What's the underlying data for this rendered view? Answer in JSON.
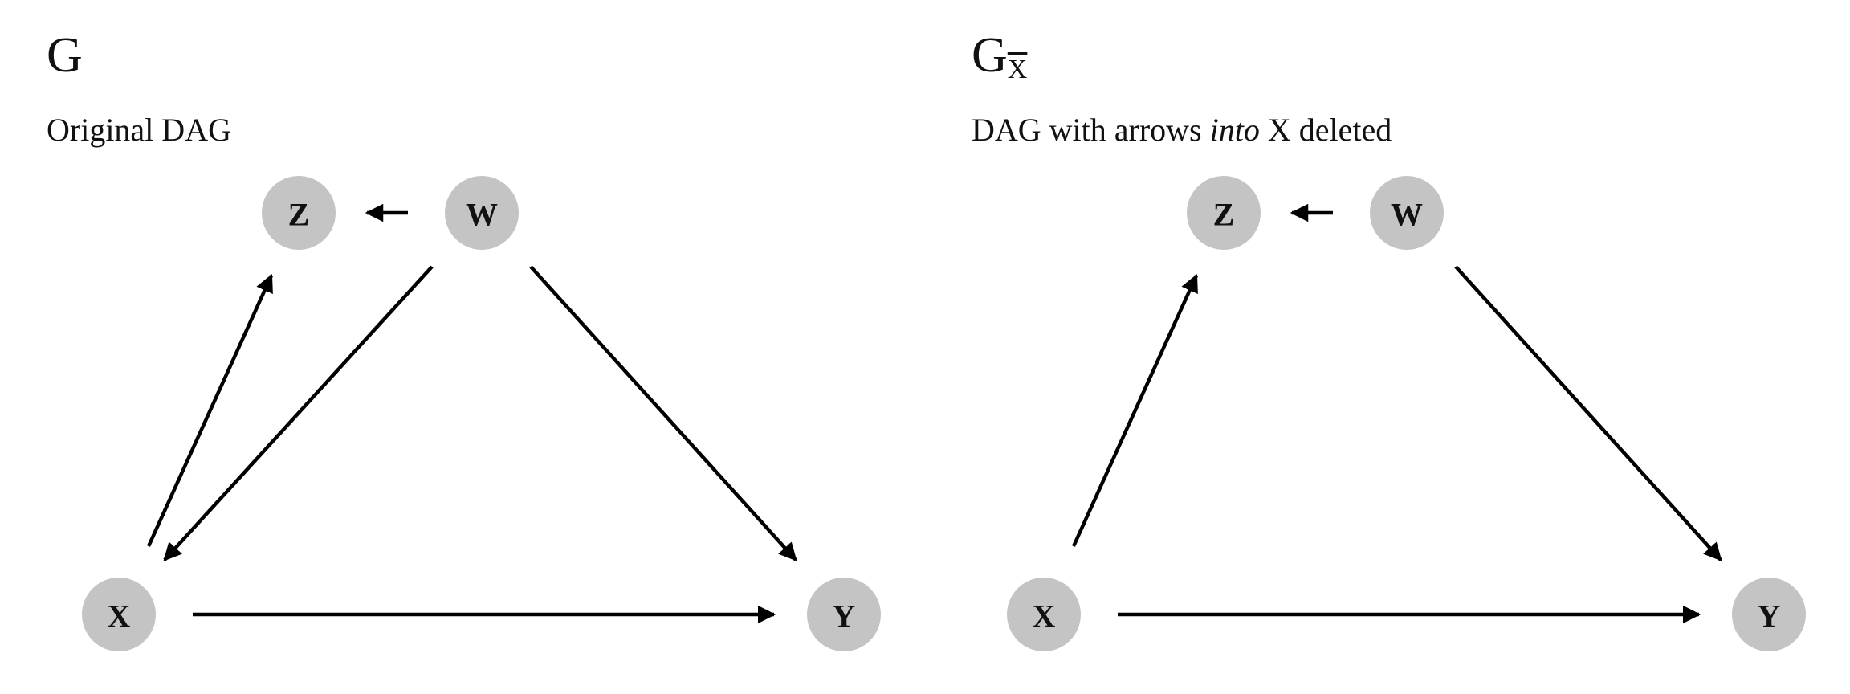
{
  "panels": [
    {
      "title_main": "G",
      "title_sub": "",
      "subtitle_pre": "Original DAG",
      "subtitle_em": "",
      "subtitle_post": "",
      "nodes": [
        {
          "id": "Z",
          "label": "Z"
        },
        {
          "id": "W",
          "label": "W"
        },
        {
          "id": "X",
          "label": "X"
        },
        {
          "id": "Y",
          "label": "Y"
        }
      ],
      "edges": [
        {
          "from": "W",
          "to": "Z"
        },
        {
          "from": "X",
          "to": "Z"
        },
        {
          "from": "W",
          "to": "X"
        },
        {
          "from": "W",
          "to": "Y"
        },
        {
          "from": "X",
          "to": "Y"
        }
      ]
    },
    {
      "title_main": "G",
      "title_sub": "X",
      "subtitle_pre": "DAG with arrows ",
      "subtitle_em": "into",
      "subtitle_post": " X deleted",
      "nodes": [
        {
          "id": "Z",
          "label": "Z"
        },
        {
          "id": "W",
          "label": "W"
        },
        {
          "id": "X",
          "label": "X"
        },
        {
          "id": "Y",
          "label": "Y"
        }
      ],
      "edges": [
        {
          "from": "W",
          "to": "Z"
        },
        {
          "from": "X",
          "to": "Z"
        },
        {
          "from": "W",
          "to": "Y"
        },
        {
          "from": "X",
          "to": "Y"
        }
      ]
    }
  ]
}
